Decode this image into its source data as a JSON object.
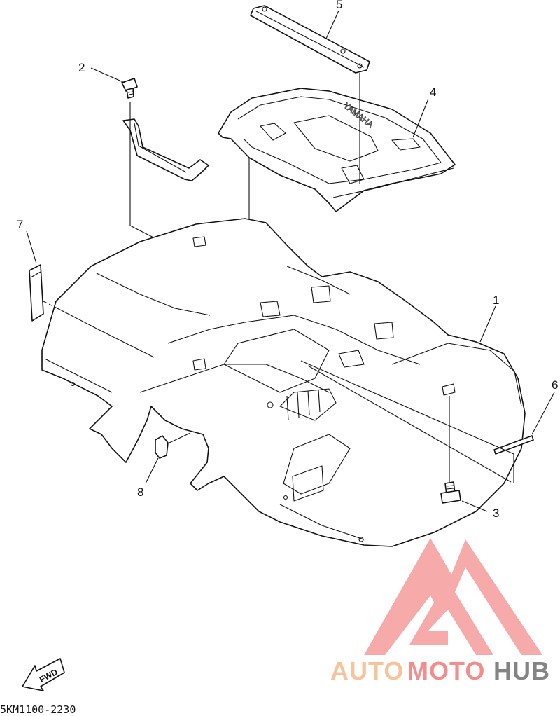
{
  "diagram": {
    "callouts": [
      {
        "id": "1",
        "label": "1"
      },
      {
        "id": "2",
        "label": "2"
      },
      {
        "id": "3",
        "label": "3"
      },
      {
        "id": "4",
        "label": "4"
      },
      {
        "id": "5",
        "label": "5"
      },
      {
        "id": "6",
        "label": "6"
      },
      {
        "id": "7",
        "label": "7"
      },
      {
        "id": "8",
        "label": "8"
      }
    ],
    "embossed_brand": "YAMAHA",
    "fwd_label": "FWD",
    "diagram_code": "5KM1100-2230"
  },
  "watermark": {
    "part1": "AUTO",
    "part2": "MOTO",
    "part3": "HUB",
    "color_orange": "#f5b98a",
    "color_red": "#f27a7a",
    "color_gray": "#6f6f6f"
  }
}
